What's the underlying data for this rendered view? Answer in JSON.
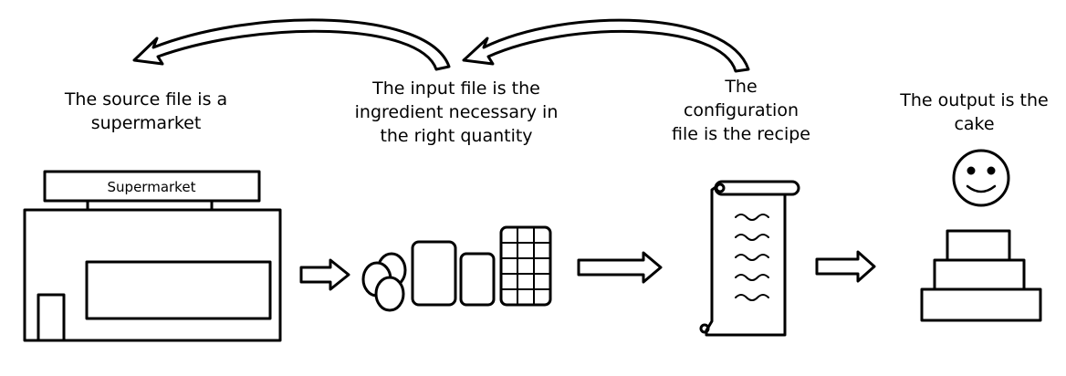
{
  "captions": {
    "source": [
      "The source file is a",
      "supermarket"
    ],
    "input": [
      "The input file is the",
      "ingredient necessary in",
      "the right quantity"
    ],
    "configuration": [
      "The",
      "configuration",
      "file is the recipe"
    ],
    "output": [
      "The output is the",
      "cake"
    ]
  },
  "store": {
    "sign_label": "Supermarket"
  }
}
